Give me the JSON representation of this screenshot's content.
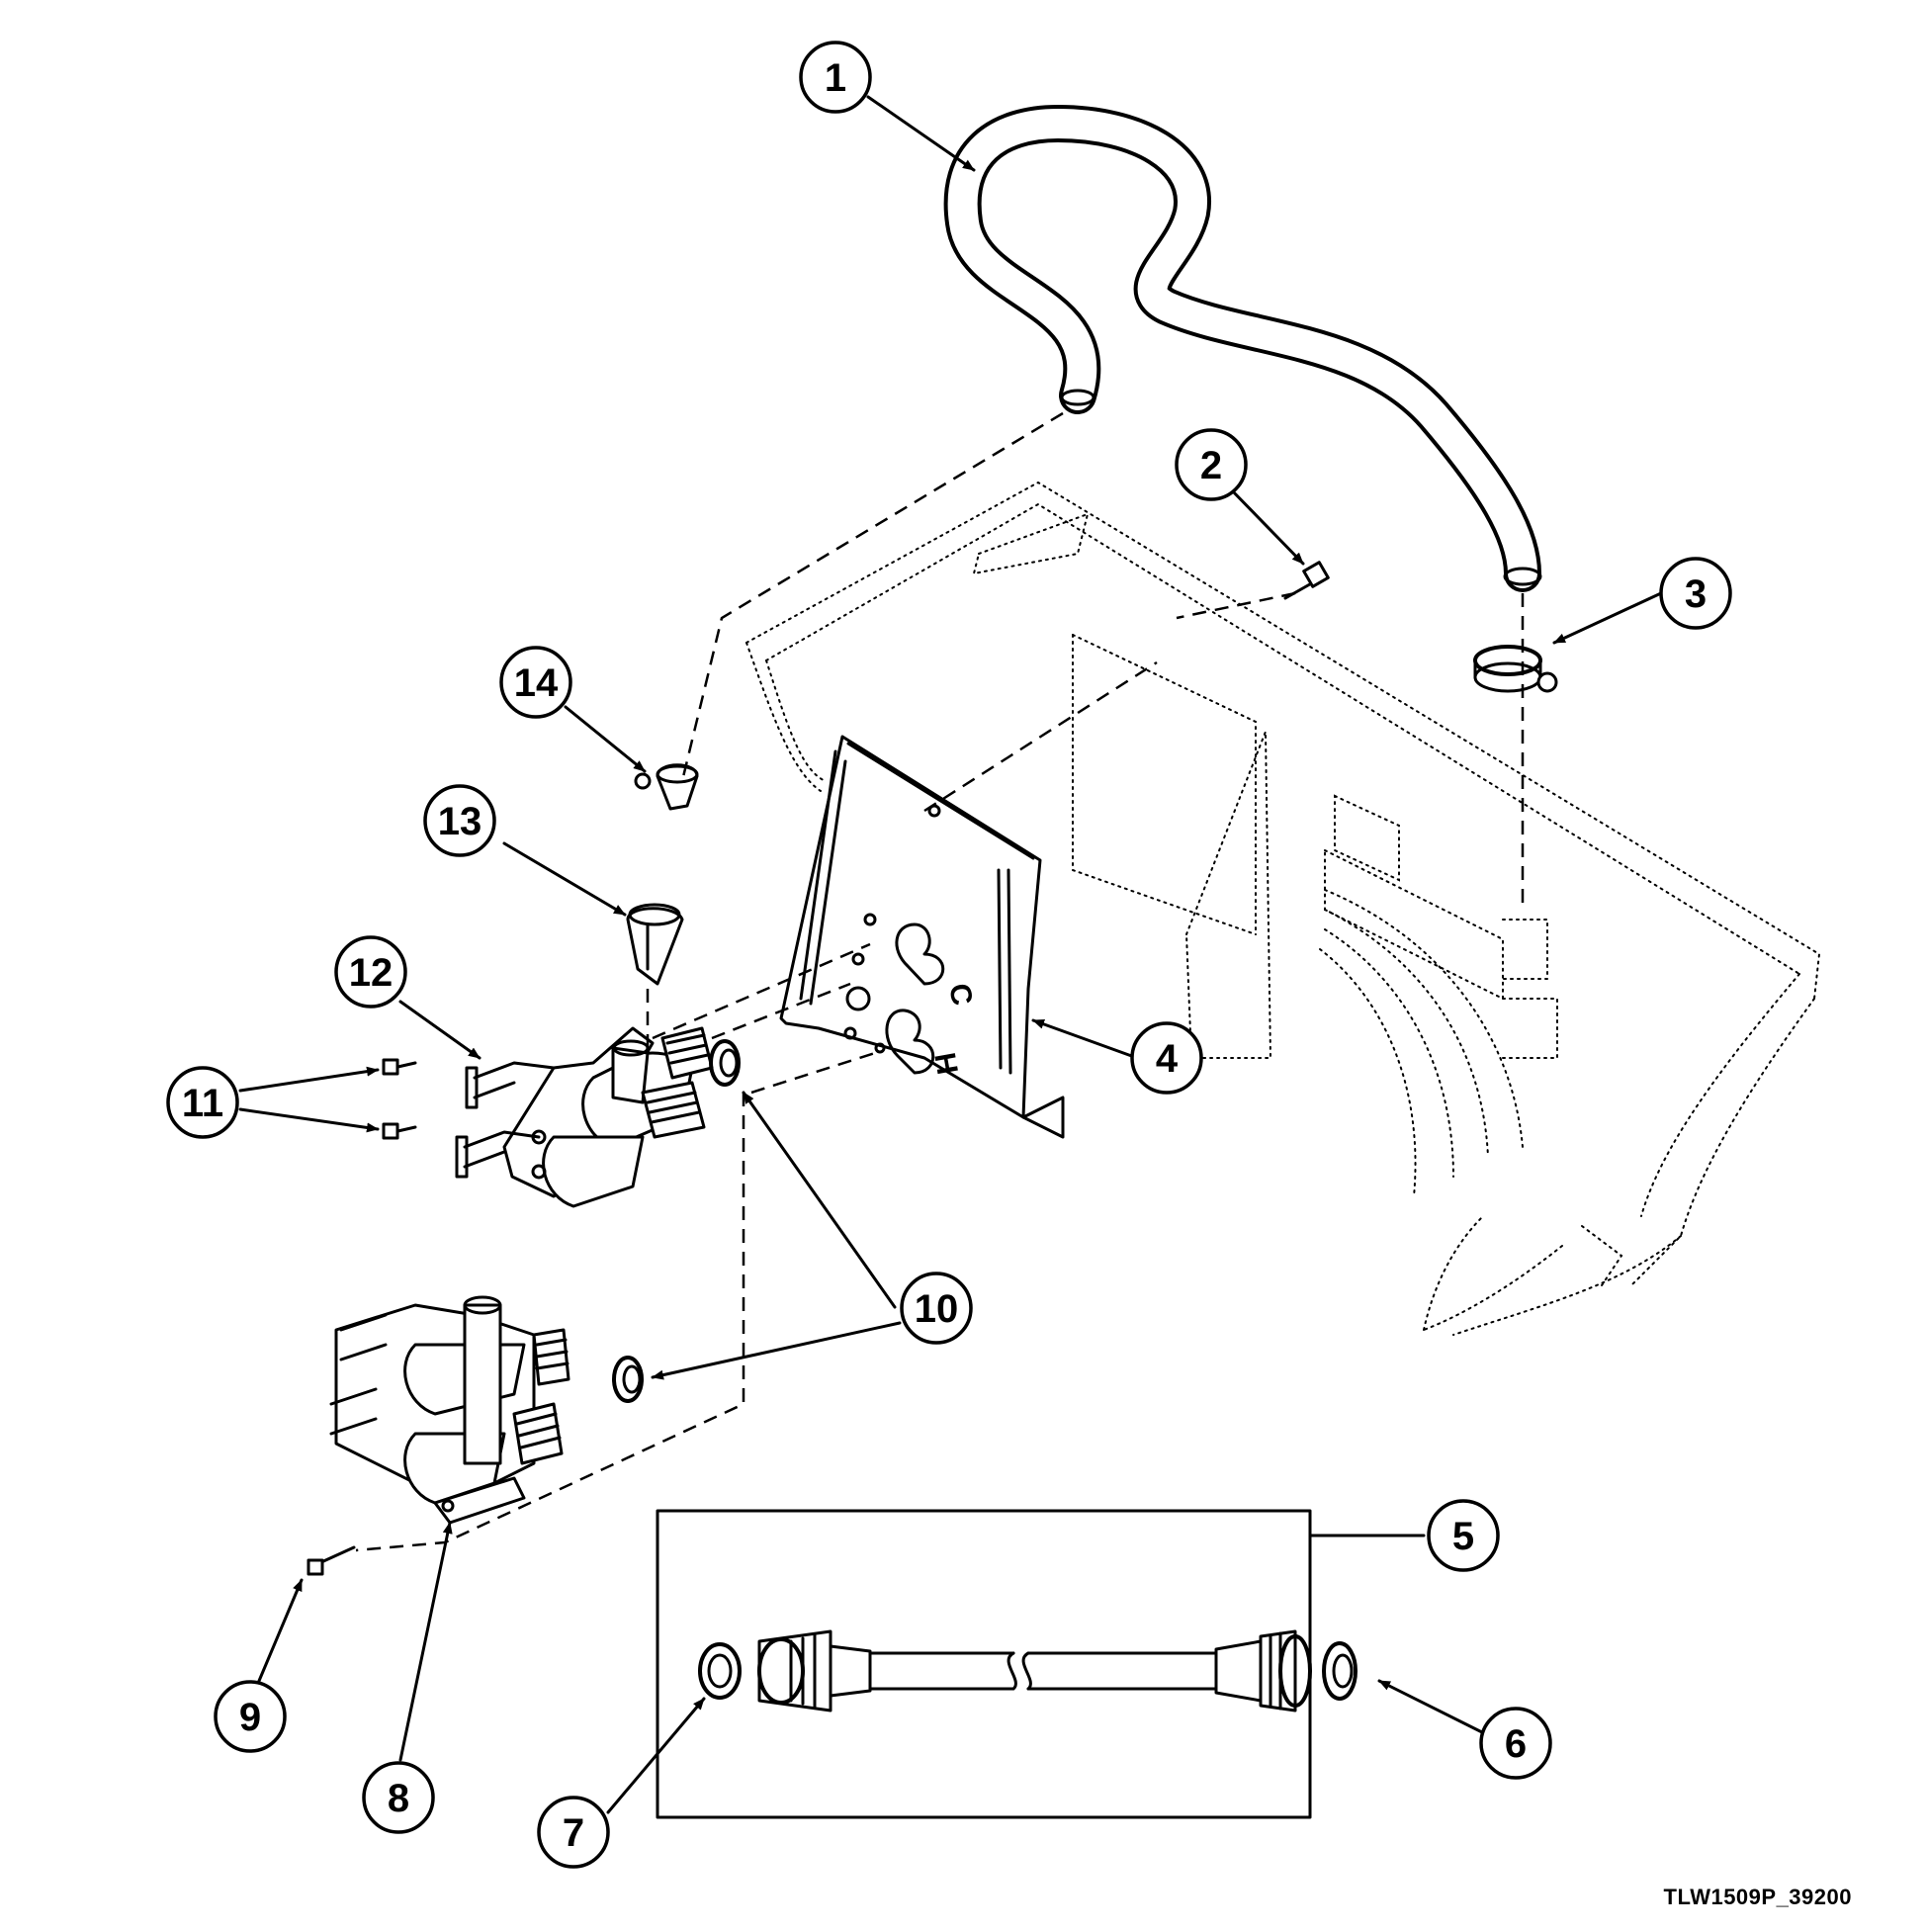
{
  "diagram": {
    "reference_code": "TLW1509P_39200",
    "callouts": [
      "1",
      "2",
      "3",
      "4",
      "5",
      "6",
      "7",
      "8",
      "9",
      "10",
      "10",
      "11",
      "12",
      "13",
      "14"
    ],
    "plate_marks": {
      "cold": "C",
      "hot": "H"
    }
  }
}
